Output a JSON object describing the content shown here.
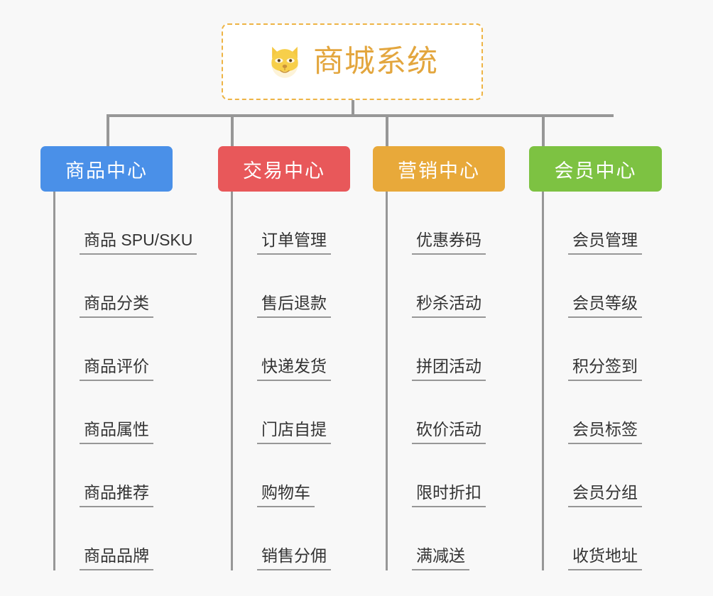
{
  "background_color": "#f8f8f8",
  "root": {
    "title": "商城系统",
    "icon": "shiba-inu-dog-face-emoji",
    "text_color": "#e3a63e",
    "border_color": "#eeb445",
    "background_color": "#ffffff"
  },
  "connector_color": "#979797",
  "branches": [
    {
      "title": "商品中心",
      "color": "#4a90e8",
      "leaves": [
        "商品 SPU/SKU",
        "商品分类",
        "商品评价",
        "商品属性",
        "商品推荐",
        "商品品牌"
      ]
    },
    {
      "title": "交易中心",
      "color": "#e8585a",
      "leaves": [
        "订单管理",
        "售后退款",
        "快递发货",
        "门店自提",
        "购物车",
        "销售分佣"
      ]
    },
    {
      "title": "营销中心",
      "color": "#e8a93a",
      "leaves": [
        "优惠券码",
        "秒杀活动",
        "拼团活动",
        "砍价活动",
        "限时折扣",
        "满减送"
      ]
    },
    {
      "title": "会员中心",
      "color": "#7dc242",
      "leaves": [
        "会员管理",
        "会员等级",
        "积分签到",
        "会员标签",
        "会员分组",
        "收货地址"
      ]
    }
  ]
}
